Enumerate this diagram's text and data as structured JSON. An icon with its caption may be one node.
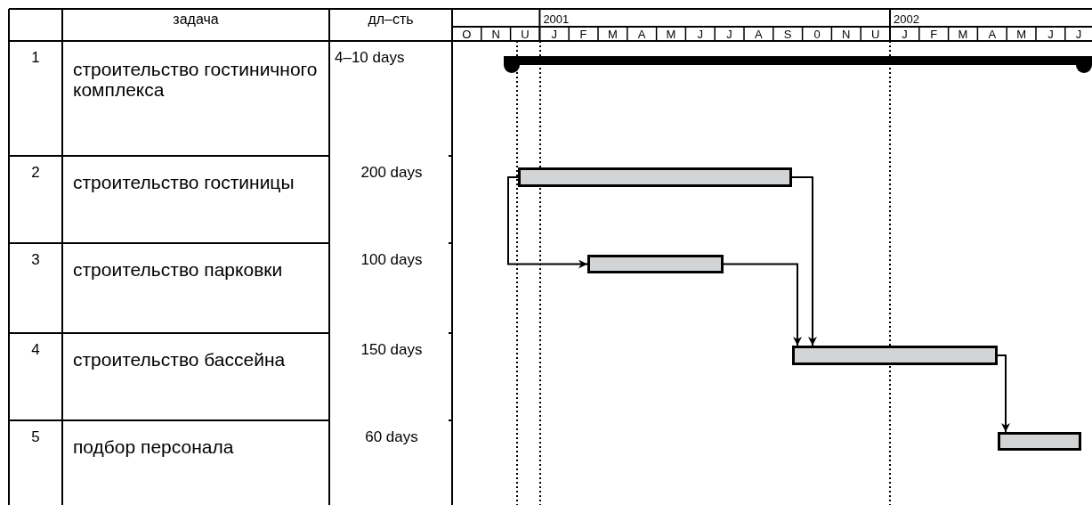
{
  "diagram": {
    "nodes": [
      {
        "text": [],
        "shape": "bar"
      },
      {
        "text": [],
        "shape": "bar"
      },
      {
        "text": [],
        "shape": "bar"
      },
      {
        "text": [],
        "shape": "bar"
      },
      {
        "text": [],
        "shape": "bar"
      }
    ],
    "edges": [
      {
        "from": 1,
        "to": 2,
        "arrow": "to"
      },
      {
        "from": 1,
        "to": 3,
        "arrow": "to"
      },
      {
        "from": 2,
        "to": 3,
        "arrow": "to"
      },
      {
        "from": 3,
        "to": 4,
        "arrow": "to"
      }
    ],
    "labels": [
      "задача",
      "дл–сть",
      "2001",
      "2002",
      "O",
      "N",
      "U",
      "J",
      "F",
      "M",
      "A",
      "M",
      "J",
      "J",
      "A",
      "S",
      "0",
      "N",
      "U",
      "J",
      "F",
      "M",
      "A",
      "M",
      "J",
      "J",
      "1",
      "строительство гостиничного комплекса",
      "4–10 days",
      "2",
      "строительство гостиницы",
      "200 days",
      "3",
      "строительство парковки",
      "100 days",
      "4",
      "строительство бассейна",
      "150 days",
      "5",
      "подбор персонала",
      "60 days"
    ]
  }
}
